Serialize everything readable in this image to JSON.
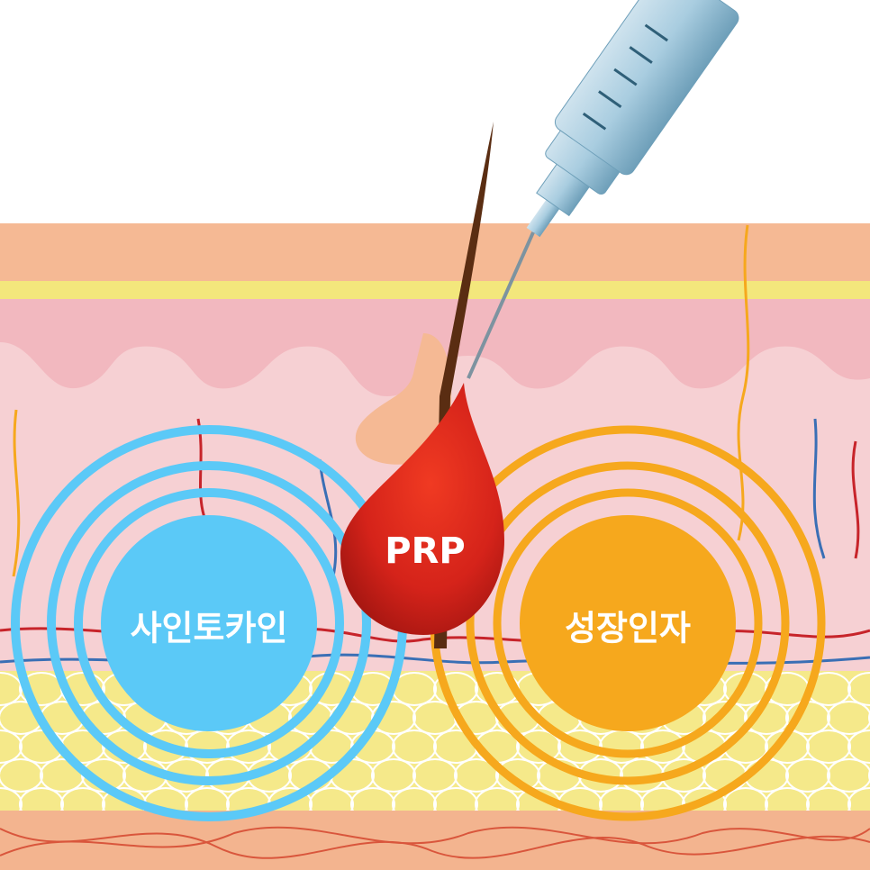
{
  "labels": {
    "prp": "PRP",
    "cytokine": "사인토카인",
    "growth_factor": "성장인자"
  },
  "colors": {
    "epidermis": "#f5b994",
    "stripe": "#f3e77c",
    "dermis": "#f2b8bf",
    "dermis_light": "#f6d0d3",
    "fat": "#f5e98a",
    "bottom": "#f3b48f",
    "cytokine_blue": "#5bc9f7",
    "growth_orange": "#f6a81d",
    "blood_red": "#d8261a"
  }
}
